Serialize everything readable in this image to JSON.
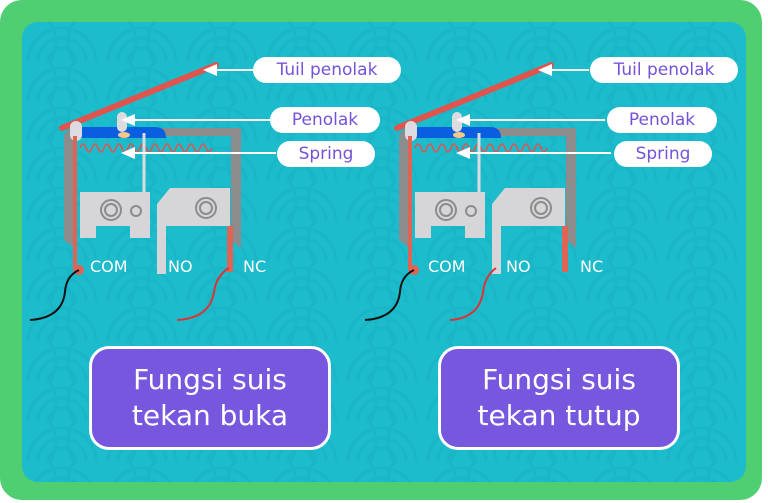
{
  "colors": {
    "frame": "#4fcf72",
    "panel": "#1cbccd",
    "caption_bg": "#7657de",
    "label_text": "#7453d9",
    "lever": "#e0544e",
    "plunger_bar": "#0a5fe0",
    "housing": "#8c8c8c",
    "terminal_red": "#e06455",
    "terminal_grey": "#d6d6d8"
  },
  "diagrams": [
    {
      "name": "open-switch",
      "labels": {
        "lever": "Tuil penolak",
        "plunger": "Penolak",
        "spring": "Spring"
      },
      "terminals": {
        "com": "COM",
        "no": "NO",
        "nc": "NC"
      },
      "wired_terminal": "NC",
      "caption": [
        "Fungsi suis",
        "tekan buka"
      ]
    },
    {
      "name": "closed-switch",
      "labels": {
        "lever": "Tuil penolak",
        "plunger": "Penolak",
        "spring": "Spring"
      },
      "terminals": {
        "com": "COM",
        "no": "NO",
        "nc": "NC"
      },
      "wired_terminal": "NO",
      "caption": [
        "Fungsi suis",
        "tekan tutup"
      ]
    }
  ]
}
